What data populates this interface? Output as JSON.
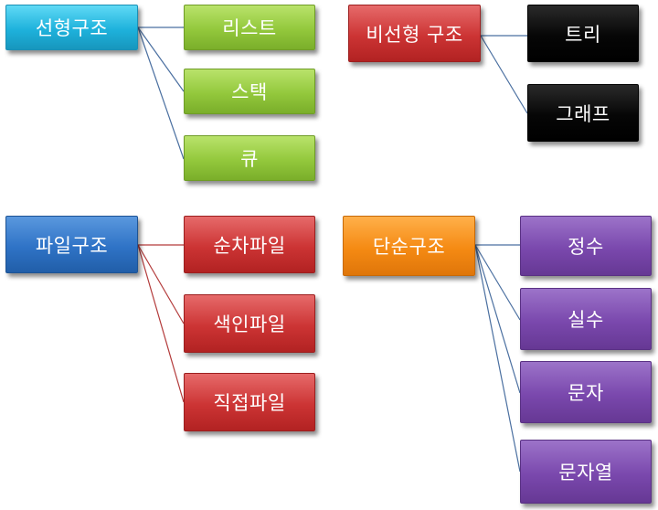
{
  "groups": {
    "linear": {
      "title": "선형구조",
      "items": [
        "리스트",
        "스택",
        "큐"
      ],
      "color": "#1eb2dc",
      "item_color": "#93c83c"
    },
    "nonlinear": {
      "title": "비선형 구조",
      "items": [
        "트리",
        "그래프"
      ],
      "color": "#cc3434",
      "item_color": "#000000"
    },
    "file": {
      "title": "파일구조",
      "items": [
        "순차파일",
        "색인파일",
        "직접파일"
      ],
      "color": "#2f73c6",
      "item_color": "#cc3434"
    },
    "simple": {
      "title": "단순구조",
      "items": [
        "정수",
        "실수",
        "문자",
        "문자열"
      ],
      "color": "#f58a13",
      "item_color": "#7a48ad"
    }
  }
}
